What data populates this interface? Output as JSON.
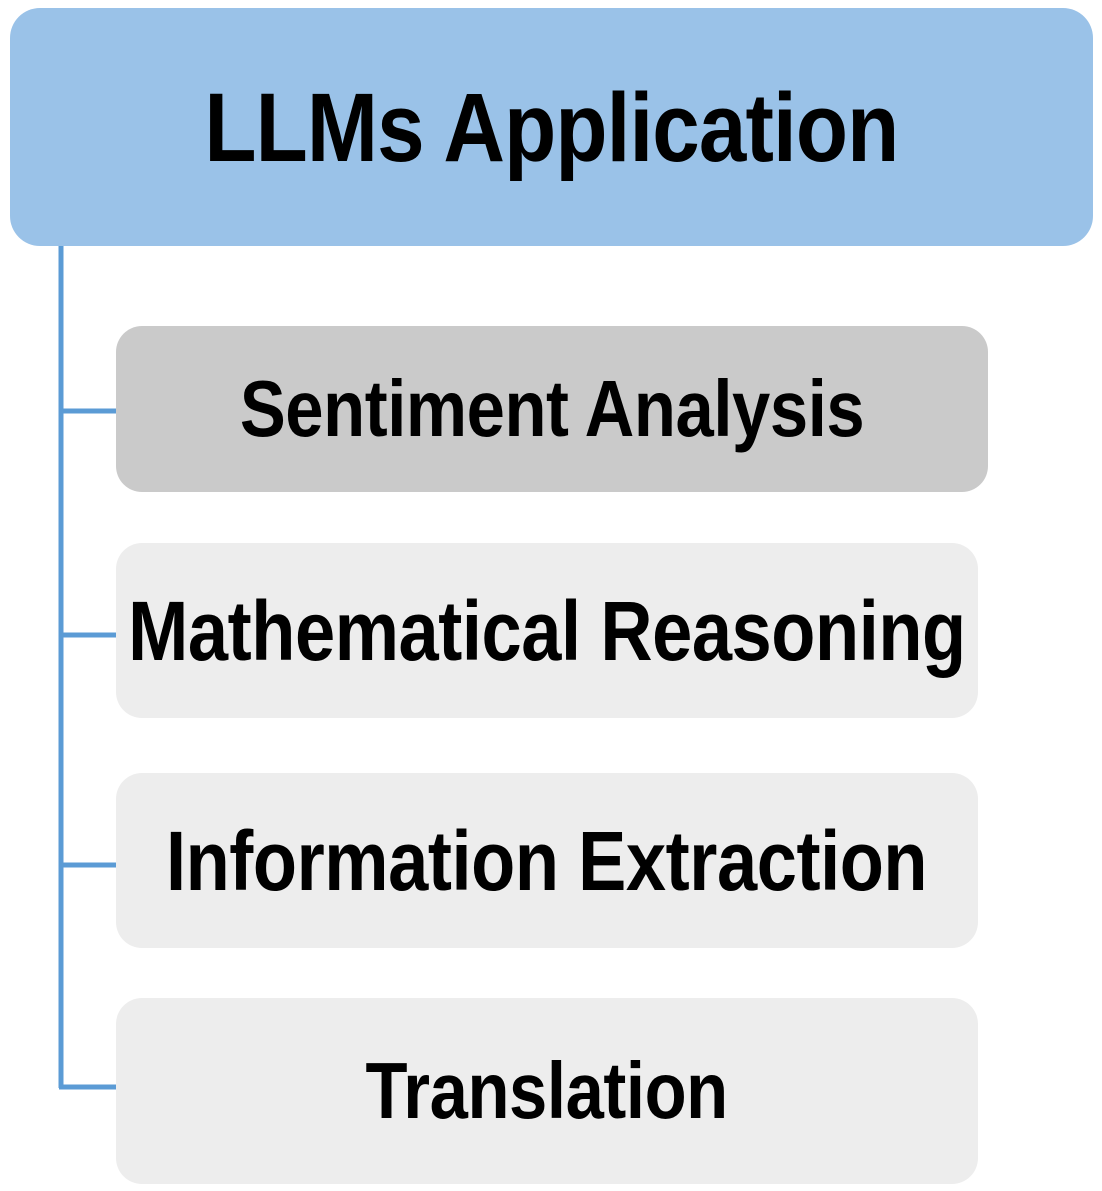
{
  "diagram": {
    "type": "tree",
    "title": "LLMs Application",
    "root": {
      "label": "LLMs Application",
      "fill": "#9AC2E8",
      "text_color": "#000000"
    },
    "connector": {
      "color": "#5B9BD5",
      "style": "elbow"
    },
    "children": [
      {
        "label": "Sentiment Analysis",
        "fill": "#CACACA",
        "text_color": "#000000",
        "highlighted": true
      },
      {
        "label": "Mathematical Reasoning",
        "fill": "#EDEDED",
        "text_color": "#000000",
        "highlighted": false
      },
      {
        "label": "Information Extraction",
        "fill": "#EDEDED",
        "text_color": "#000000",
        "highlighted": false
      },
      {
        "label": "Translation",
        "fill": "#EDEDED",
        "text_color": "#000000",
        "highlighted": false
      }
    ]
  }
}
